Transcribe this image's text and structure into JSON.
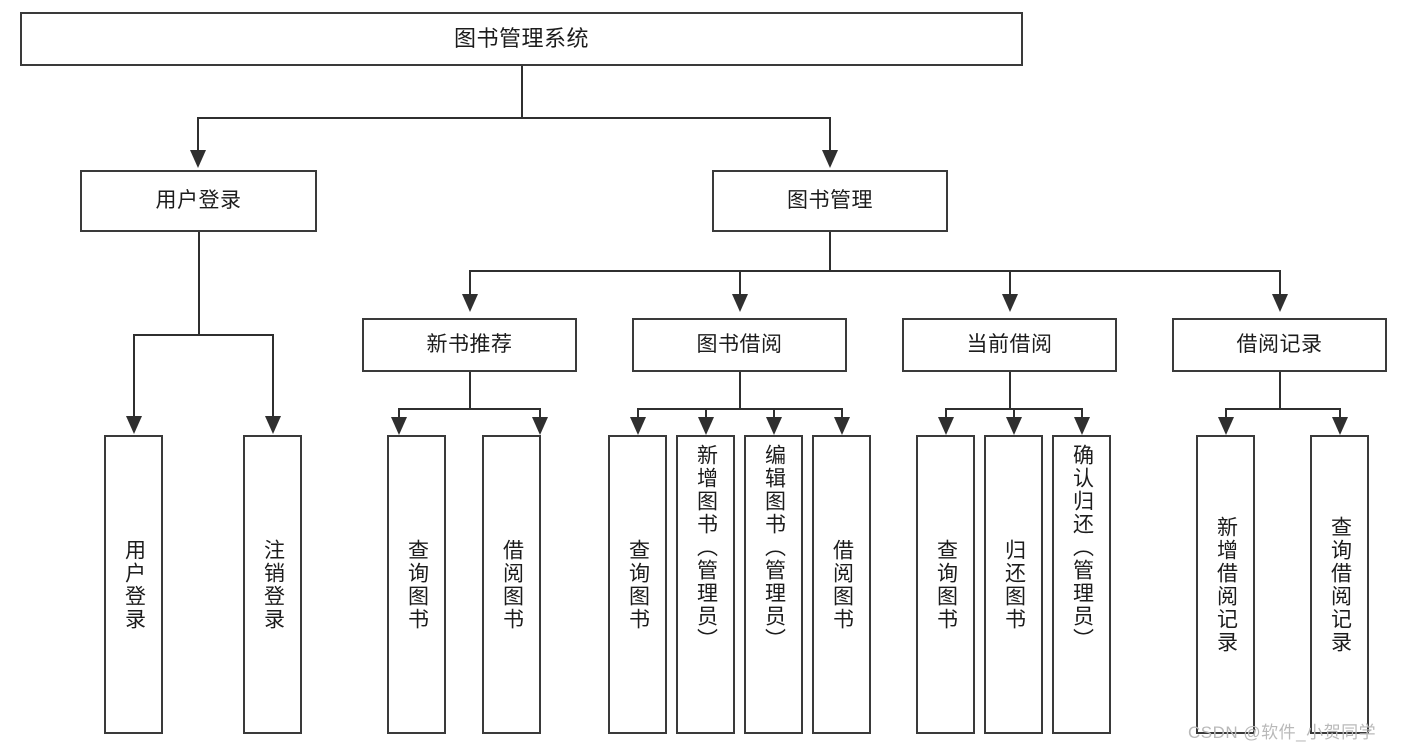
{
  "diagram": {
    "type": "tree-hierarchy-diagram",
    "title": "图书管理系统",
    "root": {
      "label": "图书管理系统"
    },
    "level2": [
      {
        "label": "用户登录"
      },
      {
        "label": "图书管理"
      }
    ],
    "level3": [
      {
        "label": "新书推荐"
      },
      {
        "label": "图书借阅"
      },
      {
        "label": "当前借阅"
      },
      {
        "label": "借阅记录"
      }
    ],
    "leaves": {
      "user_login": [
        {
          "label": "用户登录"
        },
        {
          "label": "注销登录"
        }
      ],
      "new_book_recommend": [
        {
          "label": "查询图书"
        },
        {
          "label": "借阅图书"
        }
      ],
      "book_borrow": [
        {
          "label": "查询图书"
        },
        {
          "label": "新增图书（管理员）"
        },
        {
          "label": "编辑图书（管理员）"
        },
        {
          "label": "借阅图书"
        }
      ],
      "current_borrow": [
        {
          "label": "查询图书"
        },
        {
          "label": "归还图书"
        },
        {
          "label": "确认归还（管理员）"
        }
      ],
      "borrow_record": [
        {
          "label": "新增借阅记录"
        },
        {
          "label": "查询借阅记录"
        }
      ]
    },
    "watermark": "CSDN @软件_小贺同学",
    "colors": {
      "box_border": "#3a3a3a",
      "connector": "#2f2f2f",
      "background": "#ffffff",
      "text": "#1c1c1c",
      "watermark": "#b9b9b9"
    }
  }
}
